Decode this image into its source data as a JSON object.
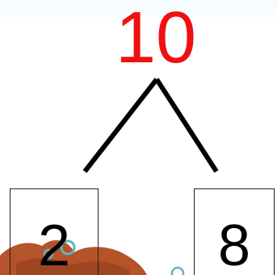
{
  "diagram": {
    "total": "10",
    "parts": [
      "2",
      "8"
    ],
    "colors": {
      "total": "#f01010",
      "parts": "#000000",
      "lines": "#000000",
      "decoration_brown": "#b5532a",
      "decoration_teal": "#5fb3c2"
    },
    "decoration_icon": "cartoon-illustration"
  }
}
